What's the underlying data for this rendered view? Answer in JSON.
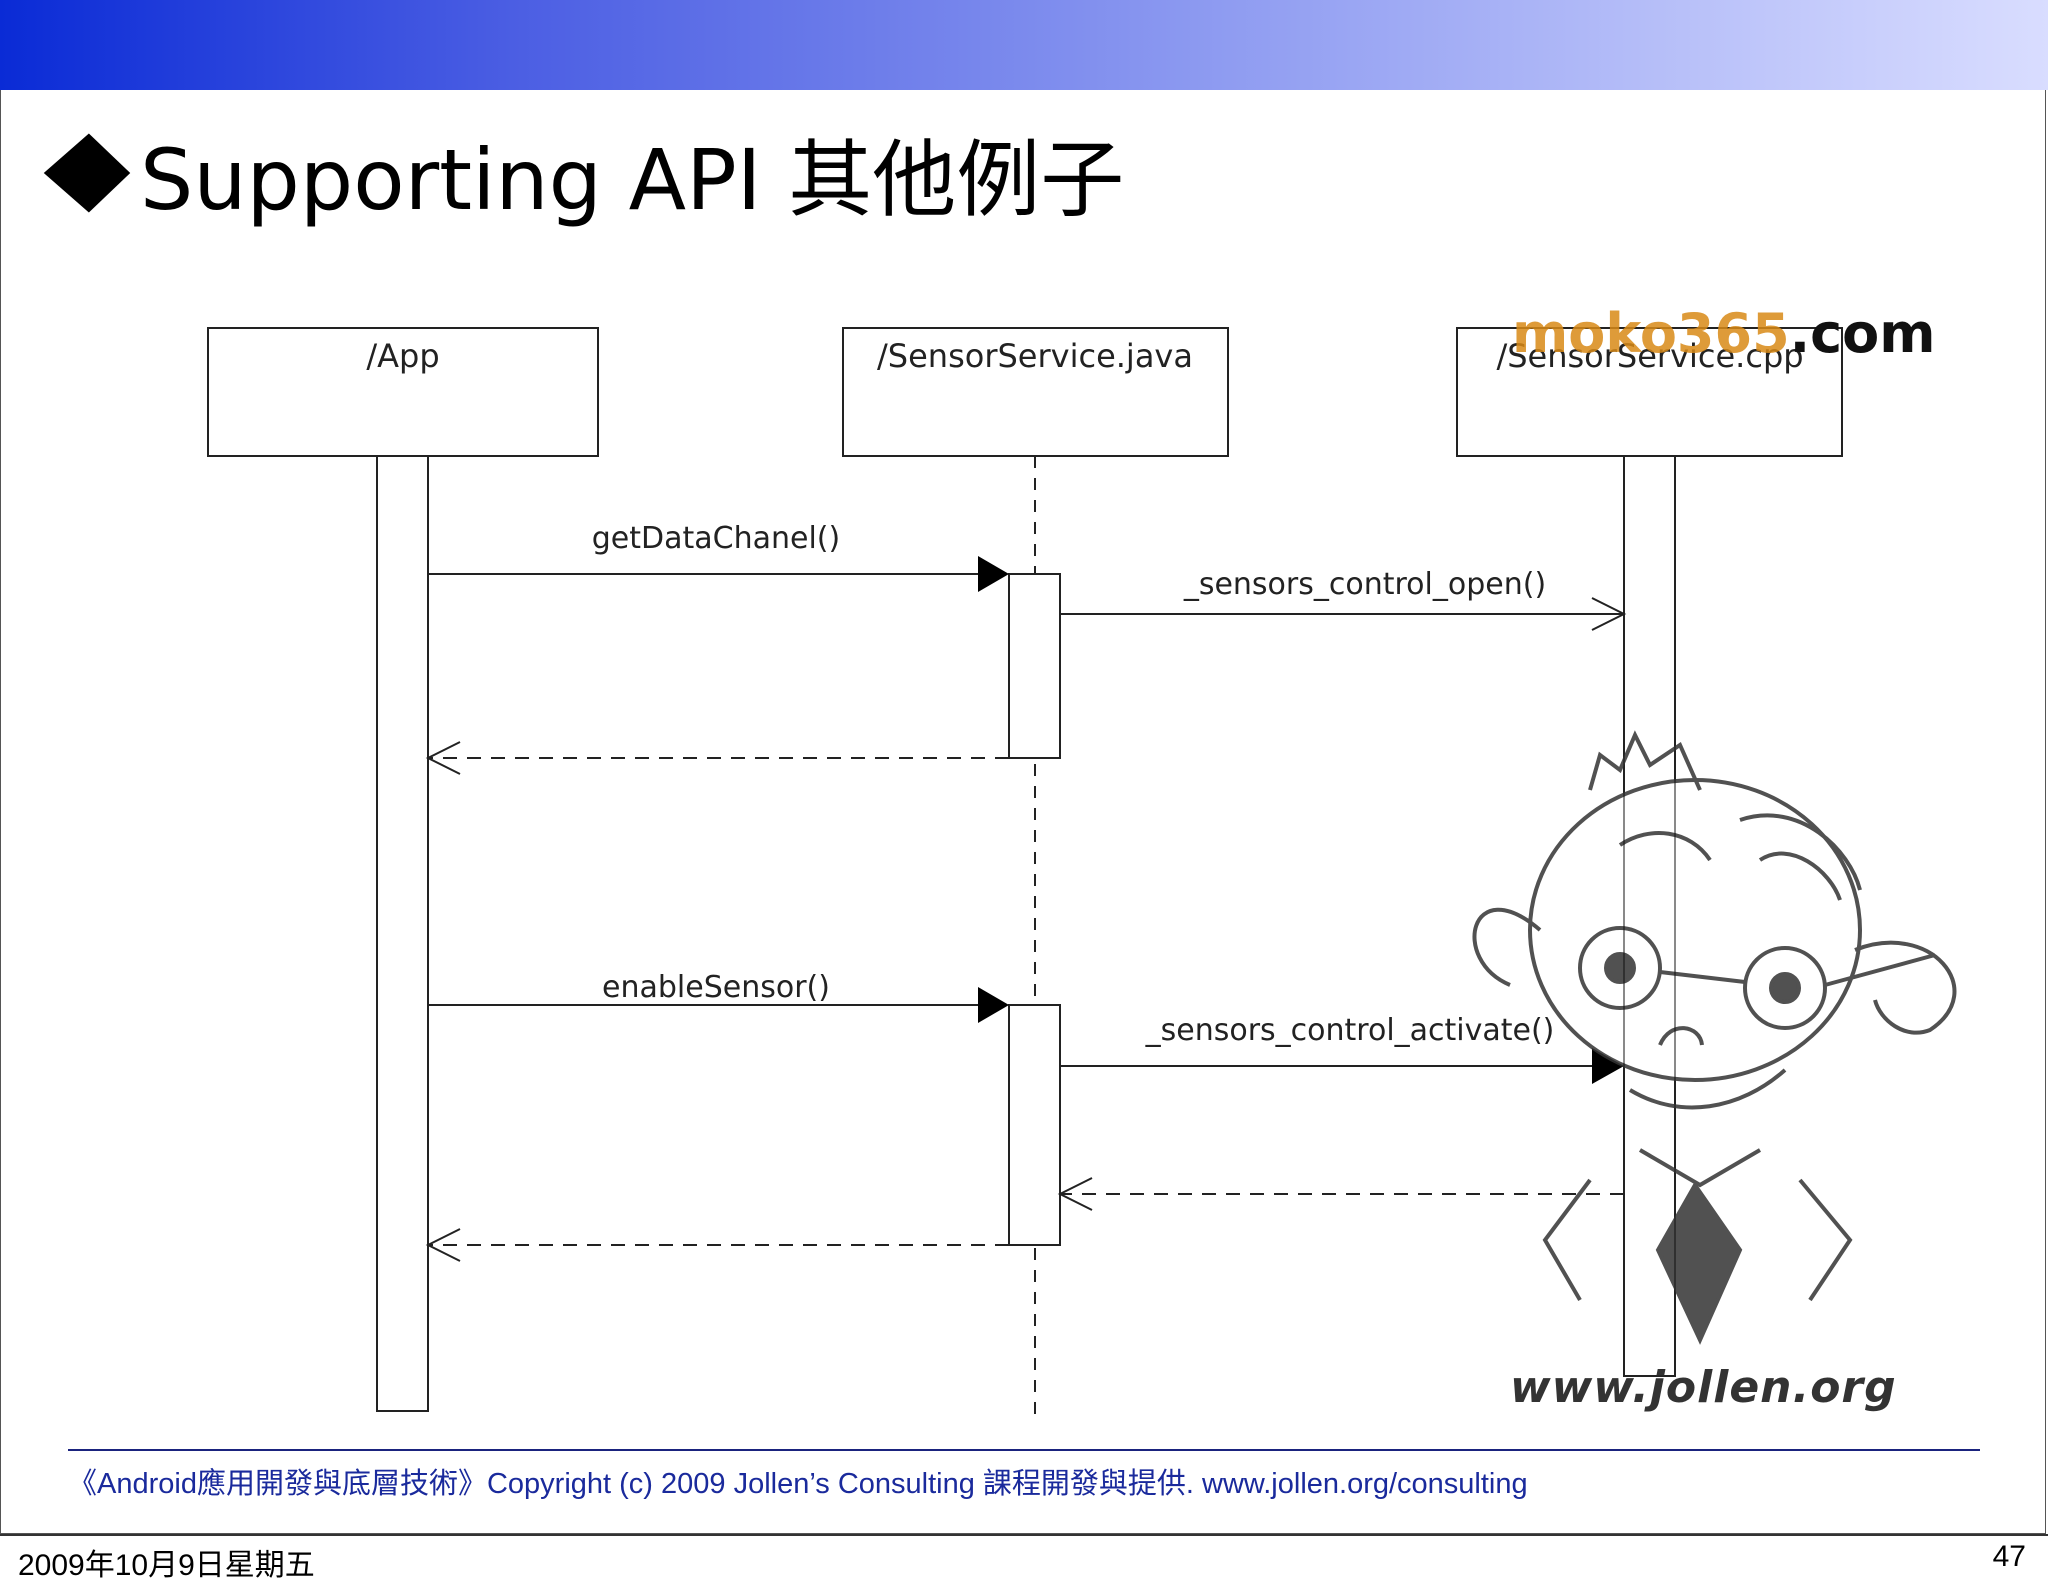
{
  "slide": {
    "title": "Supporting API 其他例子",
    "footer": "《Android應用開發與底層技術》Copyright (c) 2009 Jollen’s Consulting 課程開發與提供. www.jollen.org/consulting",
    "date": "2009年10月9日星期五",
    "page_number": "47"
  },
  "diagram": {
    "lifelines": [
      {
        "label": "/App"
      },
      {
        "label": "/SensorService.java"
      },
      {
        "label": "/SensorService.cpp"
      }
    ],
    "messages": [
      {
        "label": "getDataChanel()"
      },
      {
        "label": "_sensors_control_open()"
      },
      {
        "label": "enableSensor()"
      },
      {
        "label": "_sensors_control_activate()"
      }
    ]
  },
  "watermarks": {
    "brand": "moko365",
    "brand_suffix": ".com",
    "site": "www.jollen.org"
  }
}
